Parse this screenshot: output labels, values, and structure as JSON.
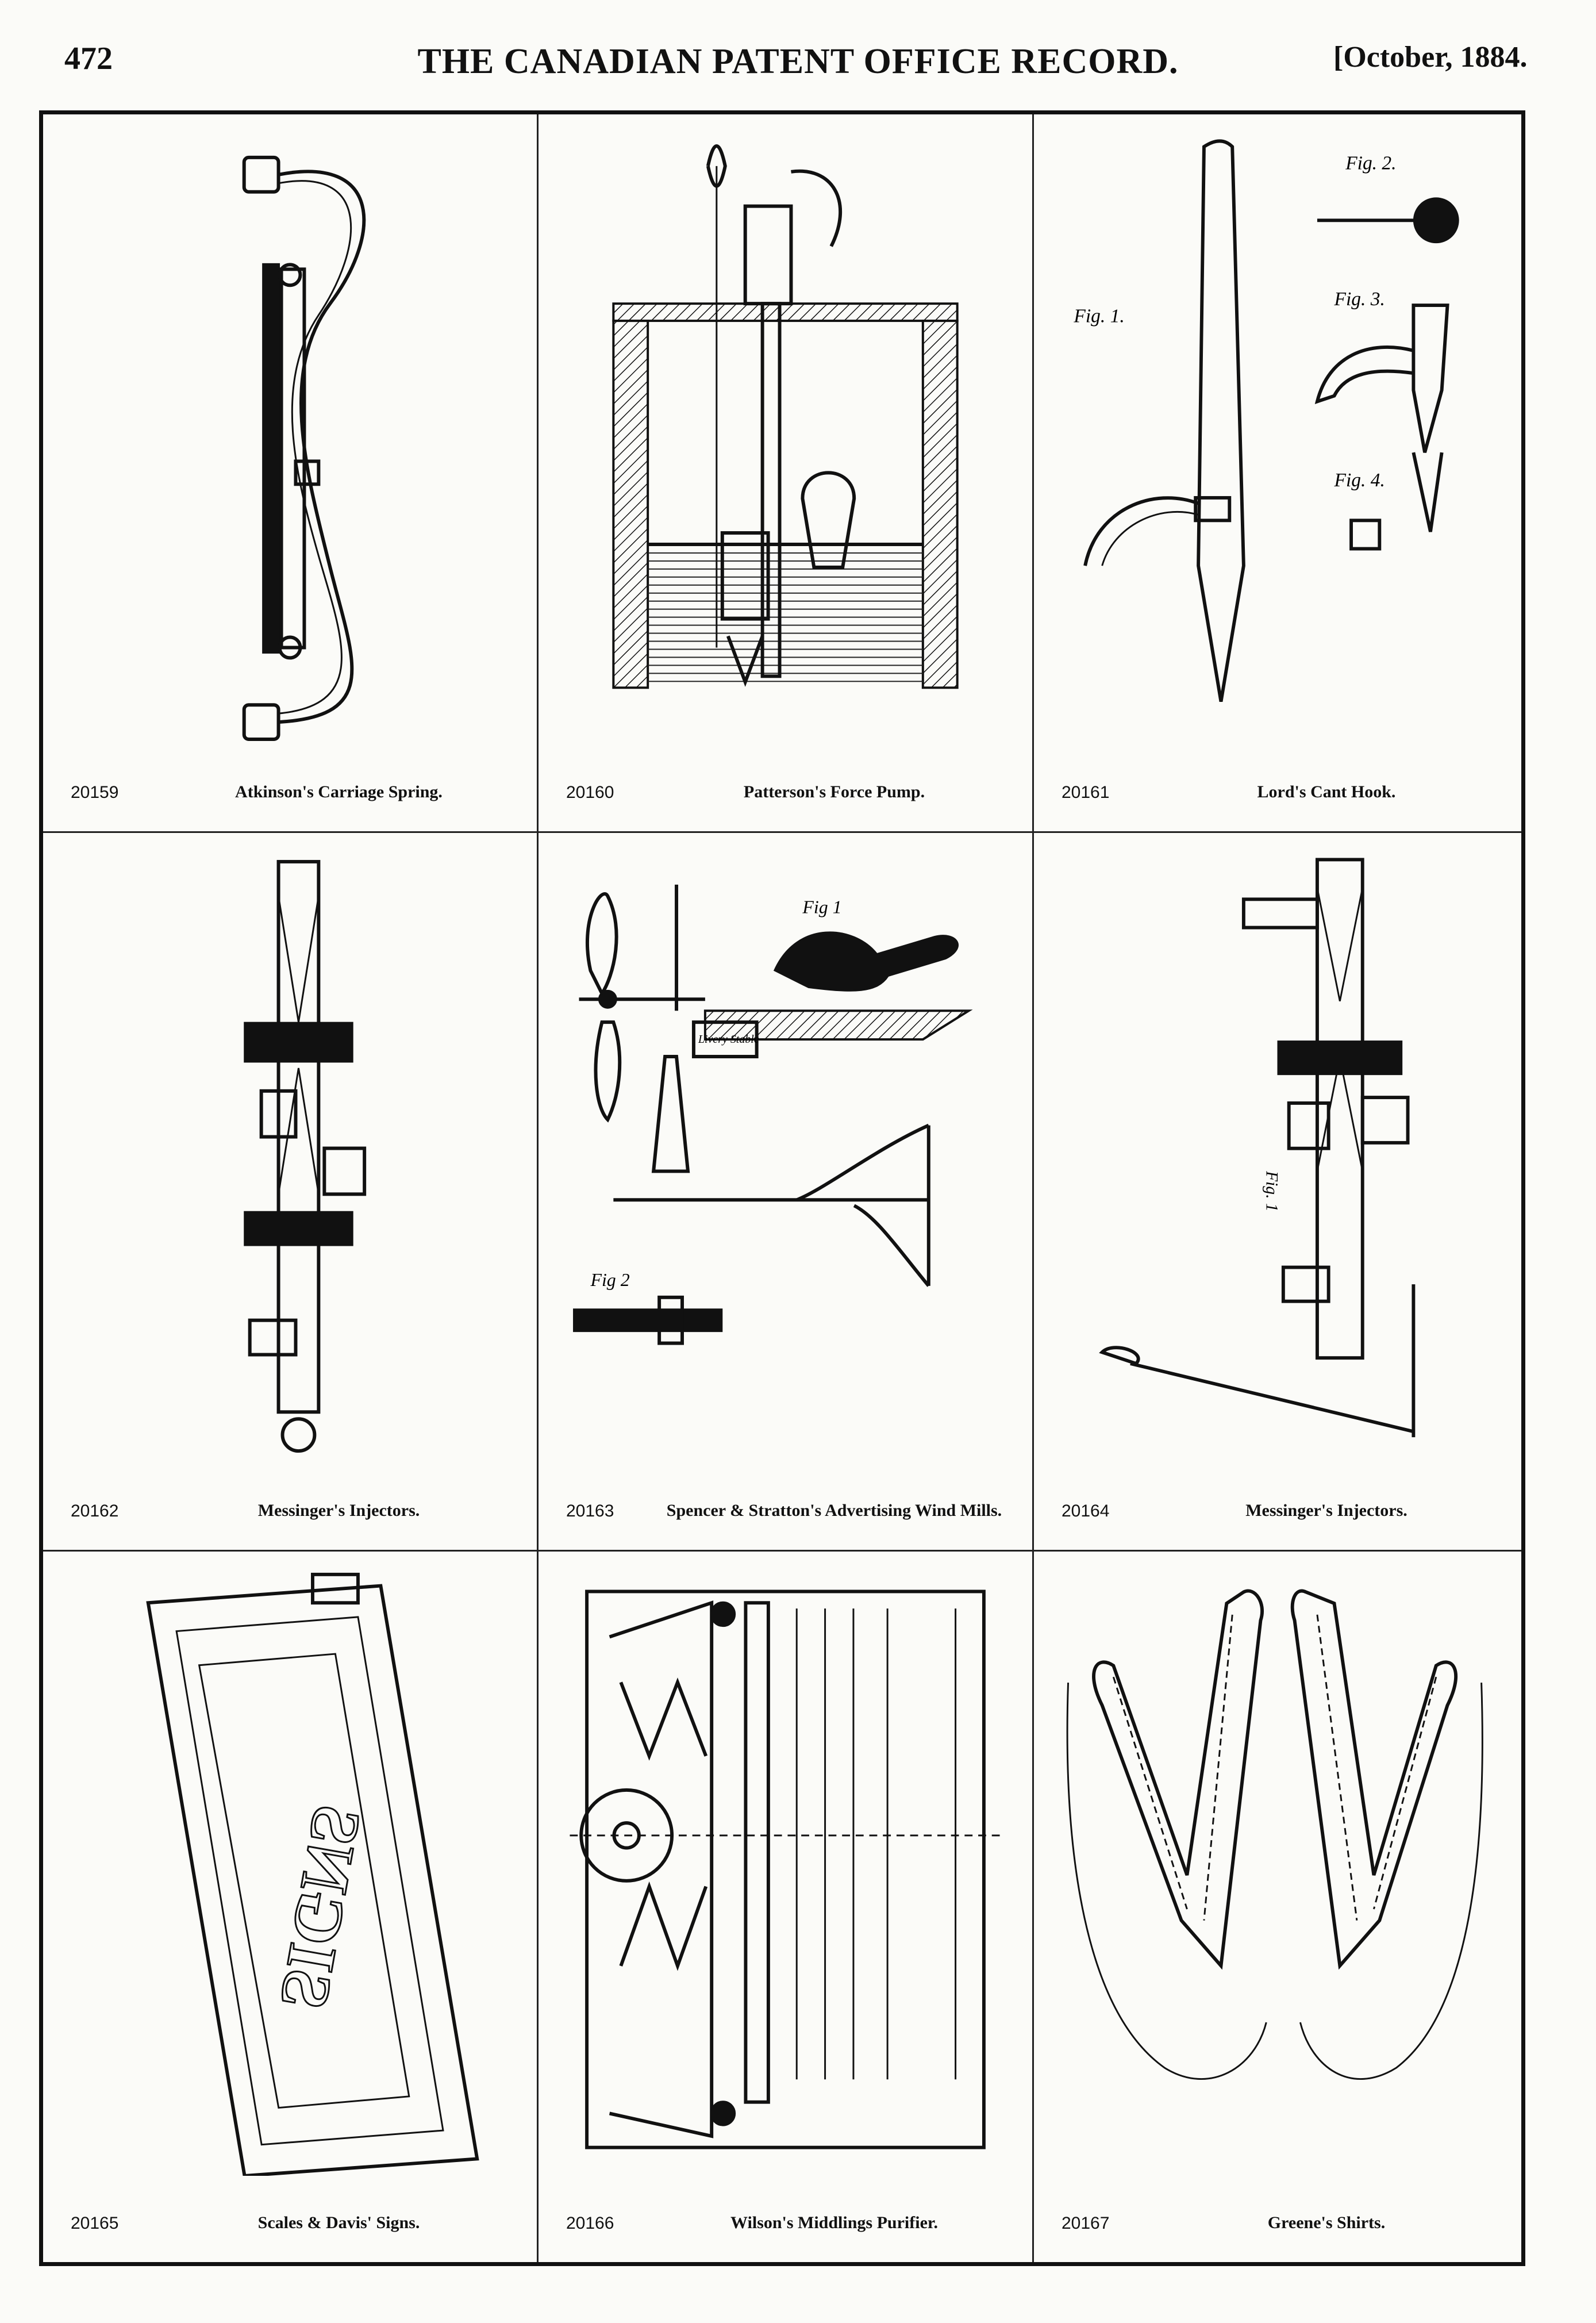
{
  "header": {
    "page_number": "472",
    "journal_title": "THE CANADIAN PATENT OFFICE RECORD.",
    "issue_date": "[October, 1884."
  },
  "patents": [
    {
      "number": "20159",
      "title": "Atkinson's Carriage Spring.",
      "icon": "carriage-spring-drawing"
    },
    {
      "number": "20160",
      "title": "Patterson's Force Pump.",
      "icon": "force-pump-drawing"
    },
    {
      "number": "20161",
      "title": "Lord's Cant Hook.",
      "icon": "cant-hook-drawing"
    },
    {
      "number": "20162",
      "title": "Messinger's Injectors.",
      "icon": "injector-drawing"
    },
    {
      "number": "20163",
      "title": "Spencer & Stratton's Advertising Wind Mills.",
      "icon": "wind-mill-drawing"
    },
    {
      "number": "20164",
      "title": "Messinger's Injectors.",
      "icon": "injector-drawing"
    },
    {
      "number": "20165",
      "title": "Scales & Davis' Signs.",
      "icon": "sign-frame-drawing"
    },
    {
      "number": "20166",
      "title": "Wilson's Middlings Purifier.",
      "icon": "middlings-purifier-drawing"
    },
    {
      "number": "20167",
      "title": "Greene's Shirts.",
      "icon": "shirt-pattern-drawing"
    }
  ],
  "drawing_labels": {
    "fig1": "Fig. 1.",
    "fig2": "Fig. 2.",
    "fig3": "Fig. 3.",
    "fig4": "Fig. 4.",
    "fig_windmill_1": "Fig 1",
    "fig_windmill_2": "Fig 2",
    "fig_injector": "Fig. 1",
    "sign_text": "SIGNS",
    "stable_sign": "Livery Stable"
  }
}
